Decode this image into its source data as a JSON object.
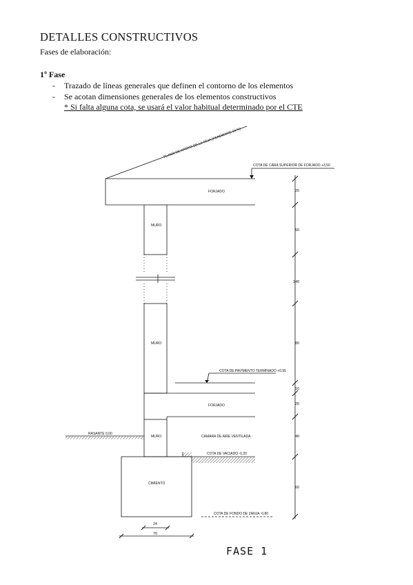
{
  "document": {
    "title": "DETALLES CONSTRUCTIVOS",
    "subtitle": "Fases de elaboración:",
    "phase_heading": "1º Fase",
    "steps": [
      "Trazado de líneas generales que definen el contorno de los elementos",
      "Se acotan dimensiones generales de los elementos constructivos"
    ],
    "step_marker": "-",
    "note": "* Si falta alguna cota, se usará el valor habitual determinado por el CTE"
  },
  "drawing": {
    "roof_label": "PLANO DE APOYO DE LA TEJA (PENDIENTE 34 %)",
    "top_level_label": "COTA DE CARA SUPERIOR DE FORJADO +3,50",
    "upper_slab_label": "FORJADO",
    "upper_wall_label": "MURO",
    "lower_wall_label": "MURO",
    "floor_level_label": "COTA DE PAVIMENTO TERMINADO +0,55",
    "lower_slab_label": "FORJADO",
    "grade_label": "RASANTE 0,00",
    "basement_wall_label": "MURO",
    "air_chamber_label": "CAMARA DE AIRE VENTILADA",
    "excavation_label": "COTA DE VACIADO -0,20",
    "footing_label": "CIMIENTO",
    "footing_bottom_label": "COTA DE FONDO DE ZANJA -0,80",
    "dimensions": {
      "upper_slab": "25",
      "upper_wall": "50",
      "break_span": "140",
      "lower_wall": "80",
      "finish_layer": "10",
      "lower_slab": "25",
      "air_chamber": "40",
      "footing_depth": "60",
      "wall_width": "24",
      "footing_width": "70"
    },
    "phase_label": "FASE 1"
  }
}
